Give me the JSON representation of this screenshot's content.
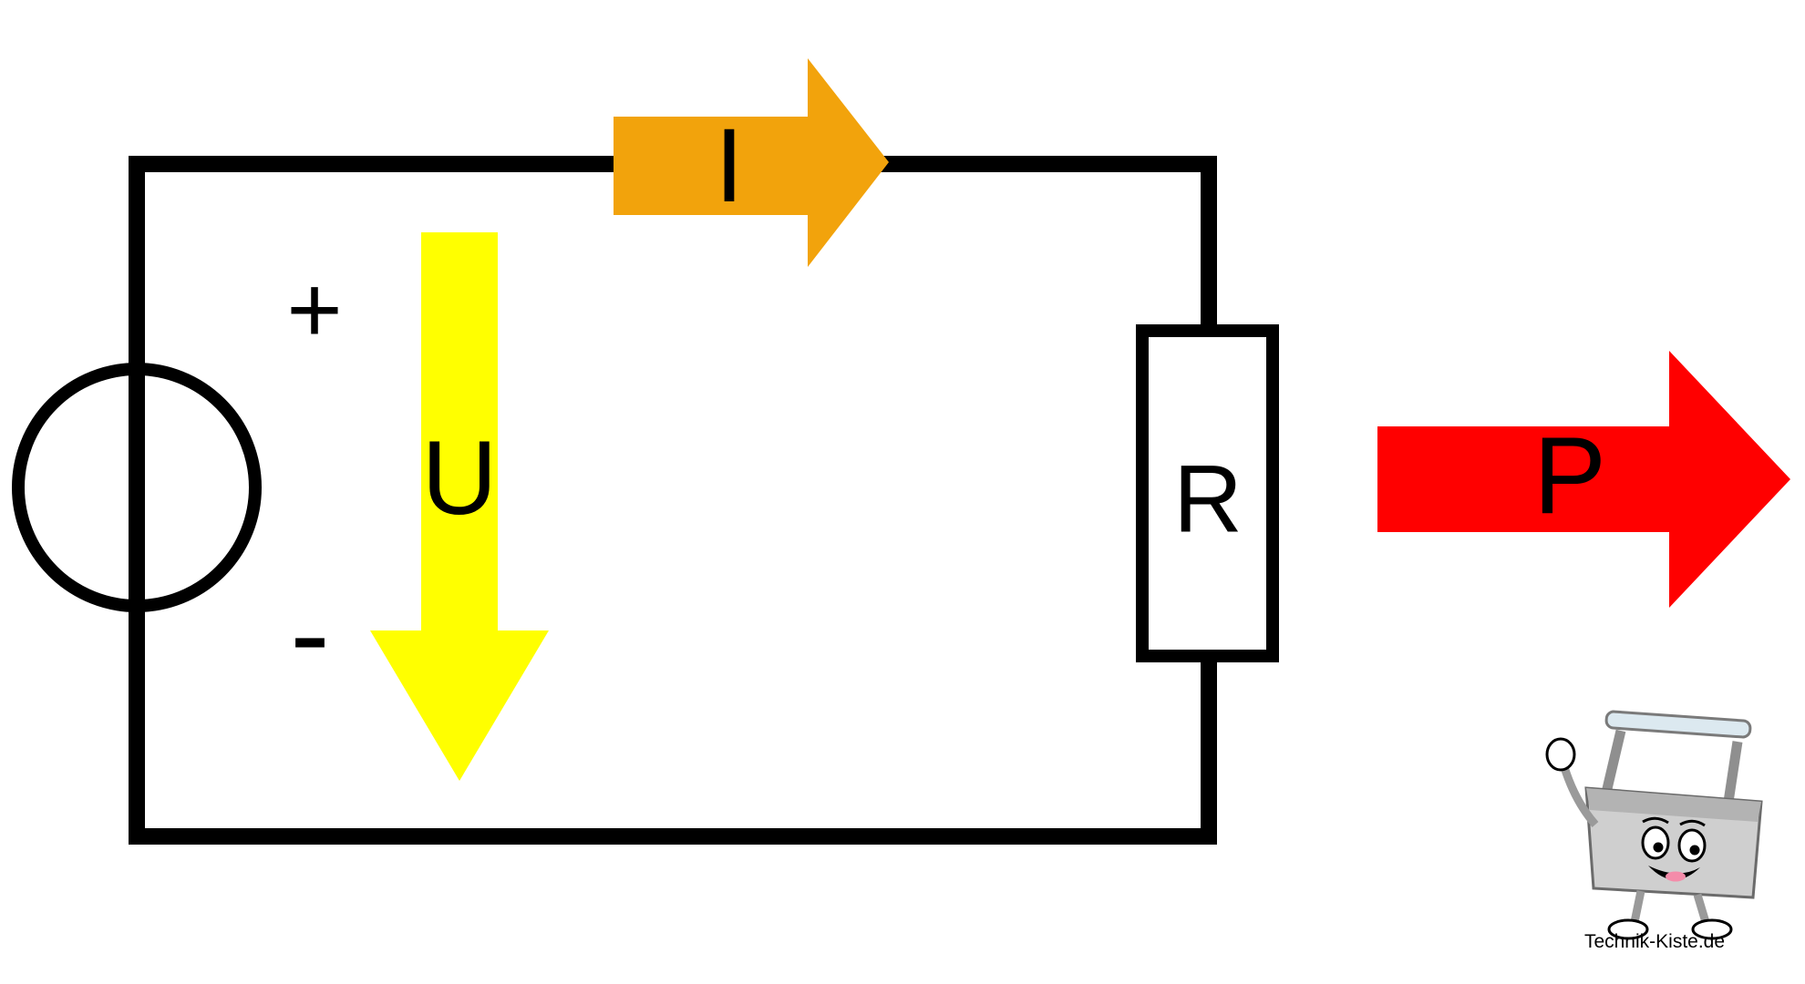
{
  "diagram": {
    "type": "electrical-circuit",
    "description": "Simple DC circuit: voltage source driving current through a resistor, with power output",
    "wire_color": "#000000",
    "source_polarity": {
      "plus": "+",
      "minus": "-"
    },
    "arrows": {
      "current": {
        "label": "I",
        "color": "#F2A30C",
        "direction": "right"
      },
      "voltage": {
        "label": "U",
        "color": "#FFFF00",
        "direction": "down"
      },
      "power": {
        "label": "P",
        "color": "#FF0000",
        "direction": "right"
      }
    },
    "resistor": {
      "label": "R"
    },
    "branding": {
      "website": "Technik-Kiste.de"
    }
  }
}
